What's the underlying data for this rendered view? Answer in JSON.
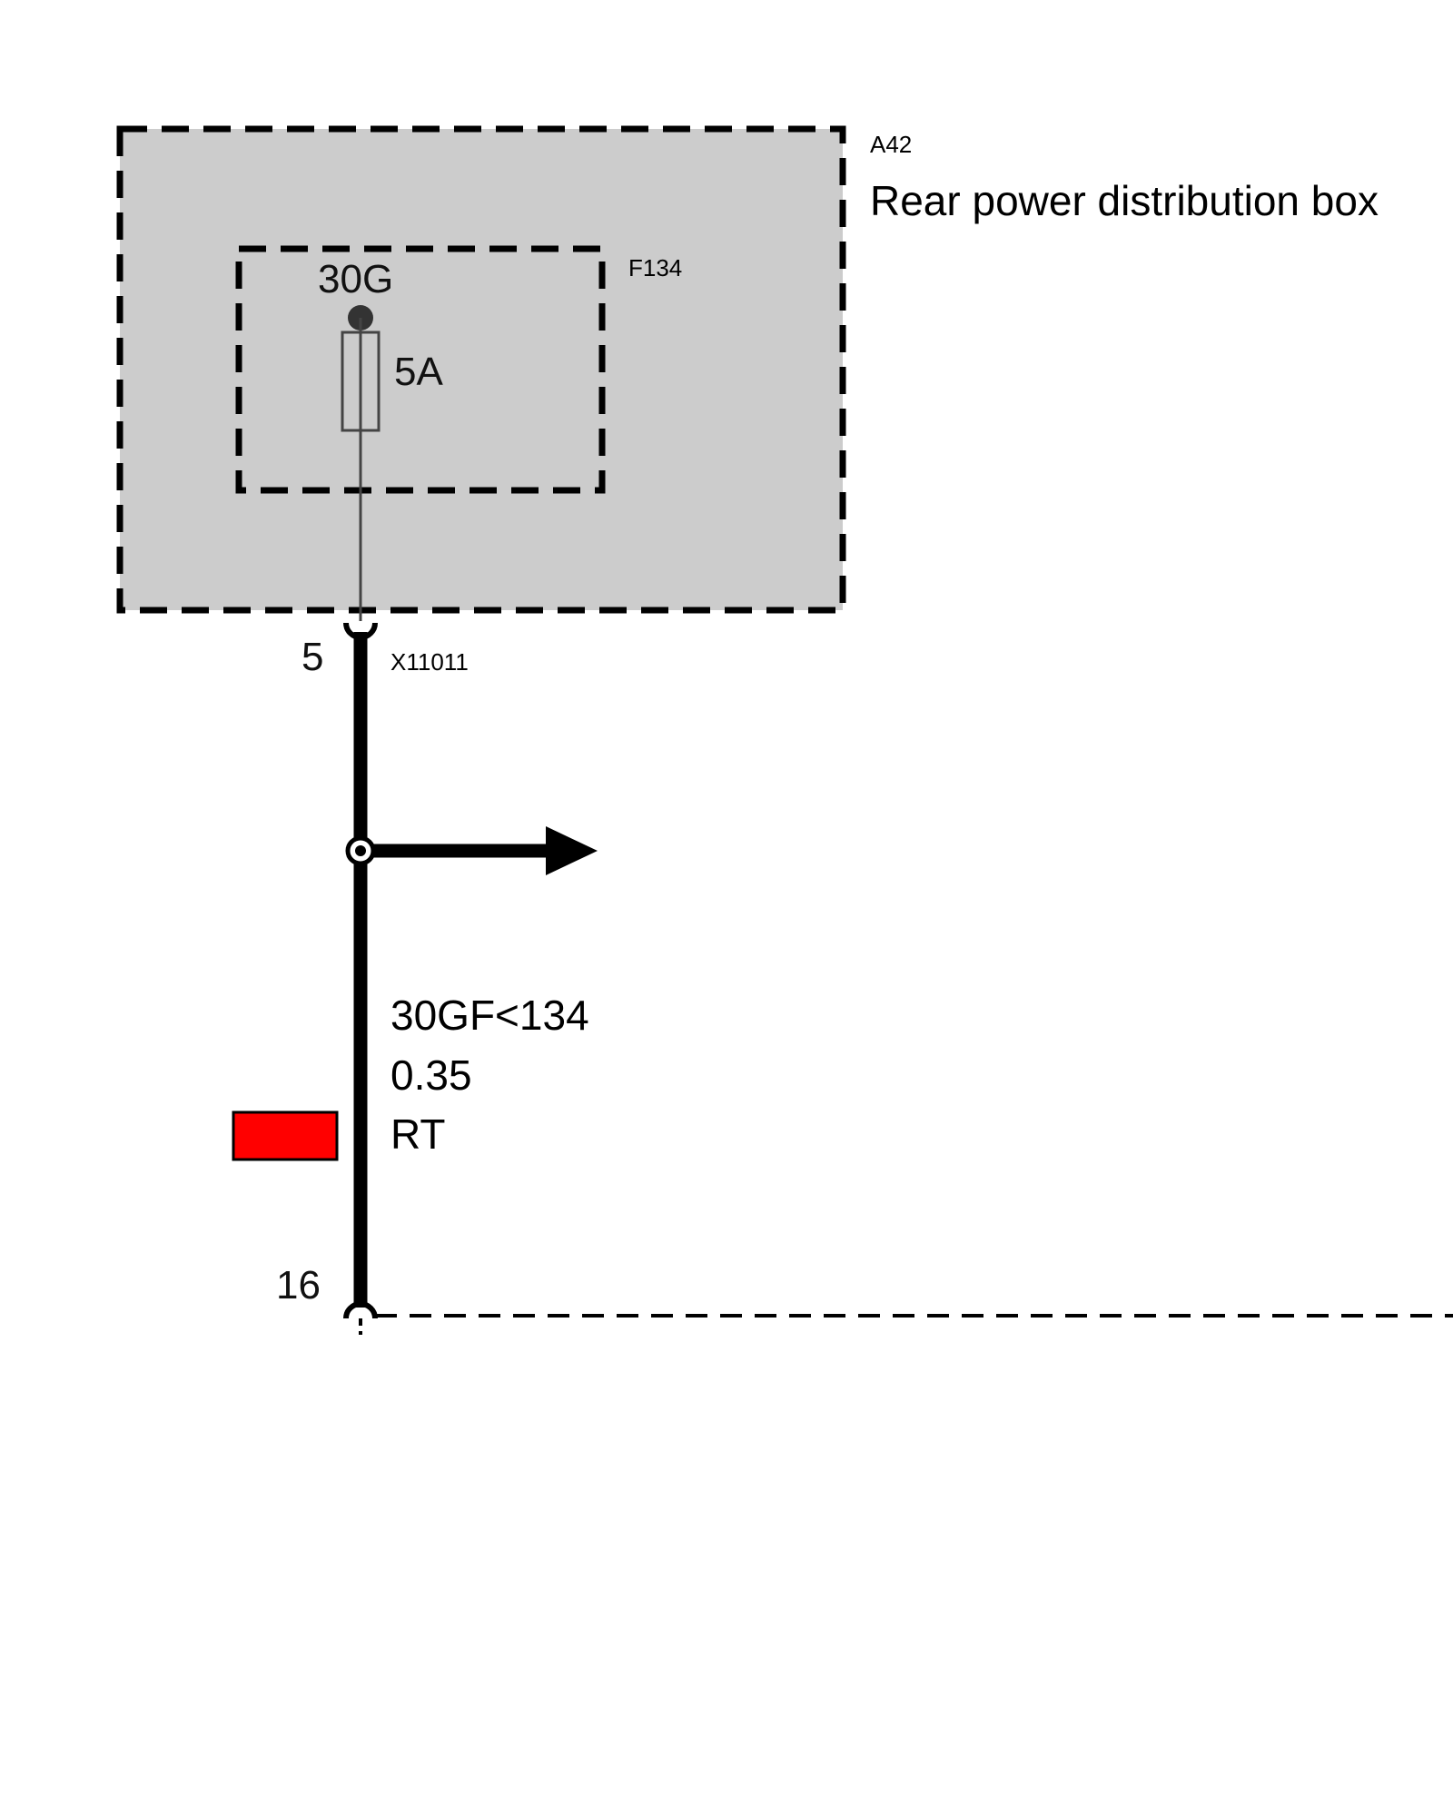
{
  "module": {
    "id": "A42",
    "name": "Rear power distribution box"
  },
  "fuse": {
    "id": "F134",
    "terminal": "30G",
    "rating": "5A"
  },
  "connector_top": {
    "id": "X11011",
    "pin": "5"
  },
  "connector_bottom": {
    "pin": "16"
  },
  "wire": {
    "signal": "30GF<134",
    "cross_section": "0.35",
    "color_code": "RT",
    "color_swatch": "#ff0000"
  },
  "colors": {
    "module_fill": "#cccccc",
    "line": "#000000",
    "wire_color": "#ff0000"
  }
}
